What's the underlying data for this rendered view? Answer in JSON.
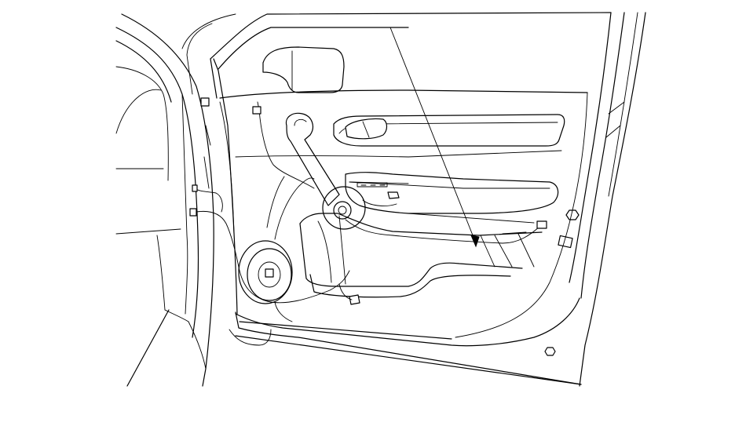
{
  "diagram": {
    "type": "line-drawing",
    "subject_icons": [
      "door-panel-drawing",
      "speaker-icon",
      "pointer-arrow"
    ],
    "colors": {
      "stroke": "#000000",
      "background": "#ffffff"
    }
  }
}
